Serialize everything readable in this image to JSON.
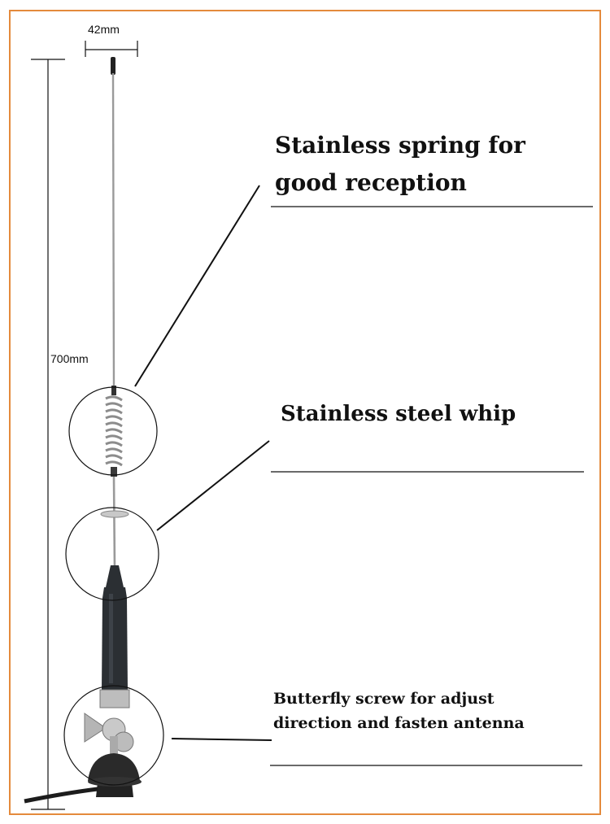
{
  "dimensions": {
    "width_label": "42mm",
    "height_label": "700mm"
  },
  "callouts": [
    {
      "lines": [
        "Stainless spring for",
        "good reception"
      ]
    },
    {
      "lines": [
        "Stainless steel whip"
      ]
    },
    {
      "lines": [
        "Butterfly screw for adjust",
        "direction and fasten antenna"
      ]
    }
  ],
  "colors": {
    "frame": "#e48a3c",
    "ink": "#111111",
    "rod": "#8a8a8a",
    "body": "#2b2f33"
  }
}
